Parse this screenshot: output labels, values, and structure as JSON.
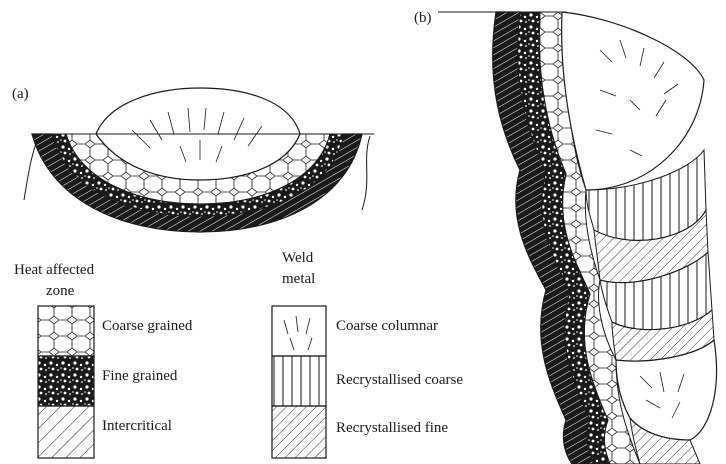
{
  "panels": {
    "a": {
      "label": "(a)"
    },
    "b": {
      "label": "(b)"
    }
  },
  "legend": {
    "haz": {
      "heading_line1": "Heat affected",
      "heading_line2": "zone",
      "items": [
        {
          "label": "Coarse grained",
          "pattern": "hex-cells"
        },
        {
          "label": "Fine grained",
          "pattern": "black-speckle"
        },
        {
          "label": "Intercritical",
          "pattern": "diagonal-hatch"
        }
      ]
    },
    "weld": {
      "heading_line1": "Weld",
      "heading_line2": "metal",
      "items": [
        {
          "label": "Coarse columnar",
          "pattern": "radial-strokes"
        },
        {
          "label": "Recrystallised coarse",
          "pattern": "vertical-lines"
        },
        {
          "label": "Recrystallised fine",
          "pattern": "fine-diagonal-hatch"
        }
      ]
    }
  },
  "colors": {
    "ink": "#1a1a1a",
    "paper": "#ffffff"
  }
}
